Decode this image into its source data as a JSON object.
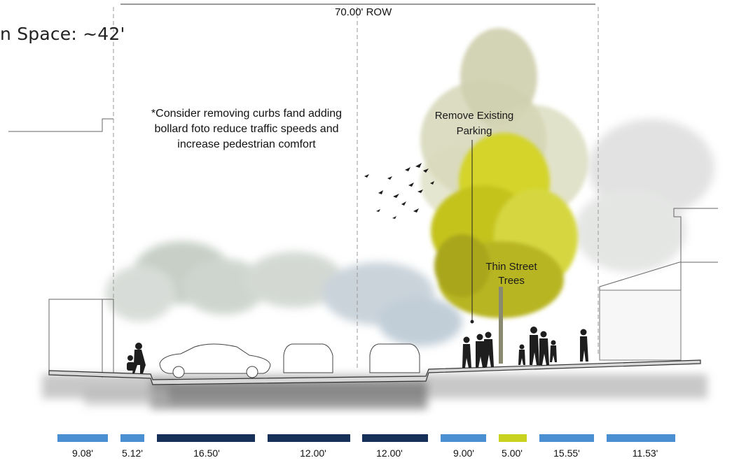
{
  "labels": {
    "row": "70.00' ROW",
    "open_space": "n Space: ~42'",
    "note_lines": [
      "*Consider removing curbs fand adding",
      "bollard foto reduce traffic speeds and",
      "increase pedestrian comfort"
    ],
    "parking_lines": [
      "Remove Existing",
      "Parking"
    ],
    "trees_lines": [
      "Thin Street",
      "Trees"
    ]
  },
  "segments": [
    {
      "label": "9.08'",
      "color": "#4a8fd1"
    },
    {
      "label": "5.12'",
      "color": "#4a8fd1"
    },
    {
      "label": "16.50'",
      "color": "#16305a"
    },
    {
      "label": "12.00'",
      "color": "#16305a"
    },
    {
      "label": "12.00'",
      "color": "#16305a"
    },
    {
      "label": "9.00'",
      "color": "#4a8fd1"
    },
    {
      "label": "5.00'",
      "color": "#c9d21e"
    },
    {
      "label": "15.55'",
      "color": "#4a8fd1"
    },
    {
      "label": "11.53'",
      "color": "#4a8fd1"
    }
  ],
  "colors": {
    "sidewalk": "#4a8fd1",
    "roadway": "#16305a",
    "tree_zone": "#c9d21e"
  }
}
